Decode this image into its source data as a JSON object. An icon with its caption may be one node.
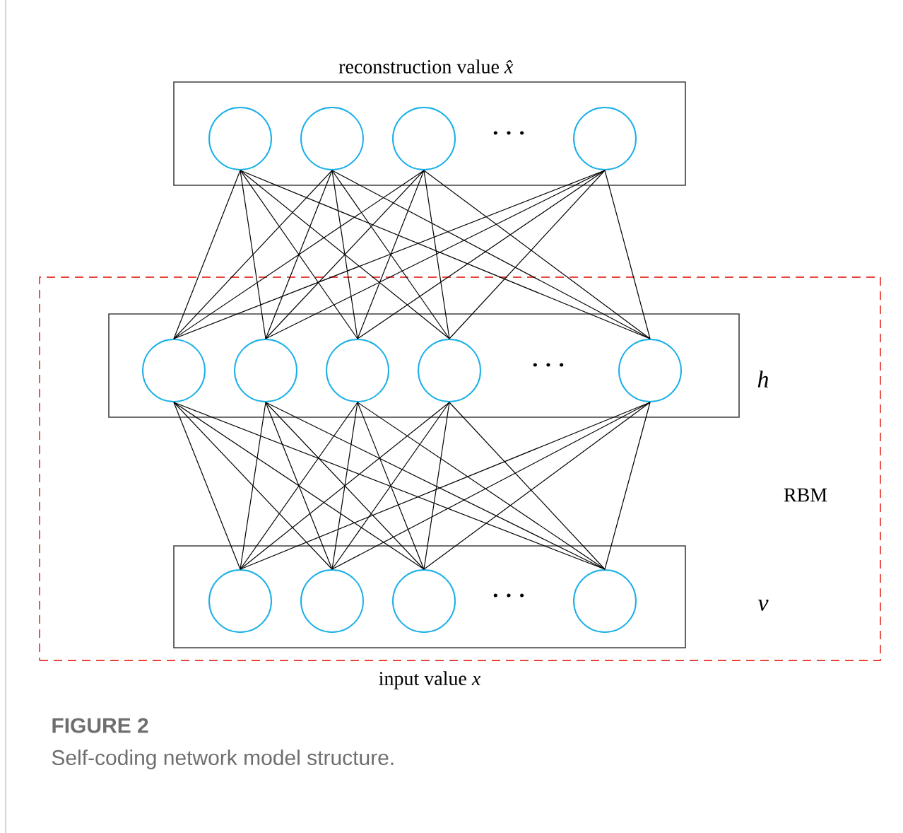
{
  "diagram": {
    "caption": "Self-coding network model structure.",
    "nodes": [
      {
        "text": [
          "reconstruction value *x̂*"
        ]
      },
      {
        "text": [],
        "shape": "circle",
        "in": 0
      },
      {
        "text": [],
        "shape": "circle",
        "in": 0
      },
      {
        "text": [],
        "shape": "circle",
        "in": 0
      },
      {
        "text": [],
        "shape": "circle",
        "in": 0
      },
      {
        "text": [
          "RBM"
        ]
      },
      {
        "text": [],
        "shape": "box",
        "in": 5,
        "beside": [
          "*h*"
        ]
      },
      {
        "text": [],
        "shape": "circle",
        "in": 6
      },
      {
        "text": [],
        "shape": "circle",
        "in": 6
      },
      {
        "text": [],
        "shape": "circle",
        "in": 6
      },
      {
        "text": [],
        "shape": "circle",
        "in": 6
      },
      {
        "text": [],
        "shape": "circle",
        "in": 6
      },
      {
        "text": [],
        "shape": "box",
        "in": 5,
        "beside": [
          "*v*"
        ]
      },
      {
        "text": [],
        "shape": "circle",
        "in": 12
      },
      {
        "text": [],
        "shape": "circle",
        "in": 12
      },
      {
        "text": [],
        "shape": "circle",
        "in": 12
      },
      {
        "text": [],
        "shape": "circle",
        "in": 12
      }
    ],
    "edges": [
      {
        "from": 1,
        "to": 7,
        "arrow": "none"
      },
      {
        "from": 1,
        "to": 8,
        "arrow": "none"
      },
      {
        "from": 1,
        "to": 9,
        "arrow": "none"
      },
      {
        "from": 1,
        "to": 10,
        "arrow": "none"
      },
      {
        "from": 1,
        "to": 11,
        "arrow": "none"
      },
      {
        "from": 2,
        "to": 7,
        "arrow": "none"
      },
      {
        "from": 2,
        "to": 8,
        "arrow": "none"
      },
      {
        "from": 2,
        "to": 9,
        "arrow": "none"
      },
      {
        "from": 2,
        "to": 10,
        "arrow": "none"
      },
      {
        "from": 2,
        "to": 11,
        "arrow": "none"
      },
      {
        "from": 3,
        "to": 7,
        "arrow": "none"
      },
      {
        "from": 3,
        "to": 8,
        "arrow": "none"
      },
      {
        "from": 3,
        "to": 9,
        "arrow": "none"
      },
      {
        "from": 3,
        "to": 10,
        "arrow": "none"
      },
      {
        "from": 3,
        "to": 11,
        "arrow": "none"
      },
      {
        "from": 4,
        "to": 7,
        "arrow": "none"
      },
      {
        "from": 4,
        "to": 8,
        "arrow": "none"
      },
      {
        "from": 4,
        "to": 9,
        "arrow": "none"
      },
      {
        "from": 4,
        "to": 10,
        "arrow": "none"
      },
      {
        "from": 4,
        "to": 11,
        "arrow": "none"
      },
      {
        "from": 7,
        "to": 13,
        "arrow": "none"
      },
      {
        "from": 7,
        "to": 14,
        "arrow": "none"
      },
      {
        "from": 7,
        "to": 15,
        "arrow": "none"
      },
      {
        "from": 7,
        "to": 16,
        "arrow": "none"
      },
      {
        "from": 8,
        "to": 13,
        "arrow": "none"
      },
      {
        "from": 8,
        "to": 14,
        "arrow": "none"
      },
      {
        "from": 8,
        "to": 15,
        "arrow": "none"
      },
      {
        "from": 8,
        "to": 16,
        "arrow": "none"
      },
      {
        "from": 9,
        "to": 13,
        "arrow": "none"
      },
      {
        "from": 9,
        "to": 14,
        "arrow": "none"
      },
      {
        "from": 9,
        "to": 15,
        "arrow": "none"
      },
      {
        "from": 9,
        "to": 16,
        "arrow": "none"
      },
      {
        "from": 10,
        "to": 13,
        "arrow": "none"
      },
      {
        "from": 10,
        "to": 14,
        "arrow": "none"
      },
      {
        "from": 10,
        "to": 15,
        "arrow": "none"
      },
      {
        "from": 10,
        "to": 16,
        "arrow": "none"
      },
      {
        "from": 11,
        "to": 13,
        "arrow": "none"
      },
      {
        "from": 11,
        "to": 14,
        "arrow": "none"
      },
      {
        "from": 11,
        "to": 15,
        "arrow": "none"
      },
      {
        "from": 11,
        "to": 16,
        "arrow": "none"
      }
    ],
    "labels": [
      "· · ·",
      "· · ·",
      "· · ·",
      "input value *x*",
      "FIGURE 2"
    ]
  }
}
